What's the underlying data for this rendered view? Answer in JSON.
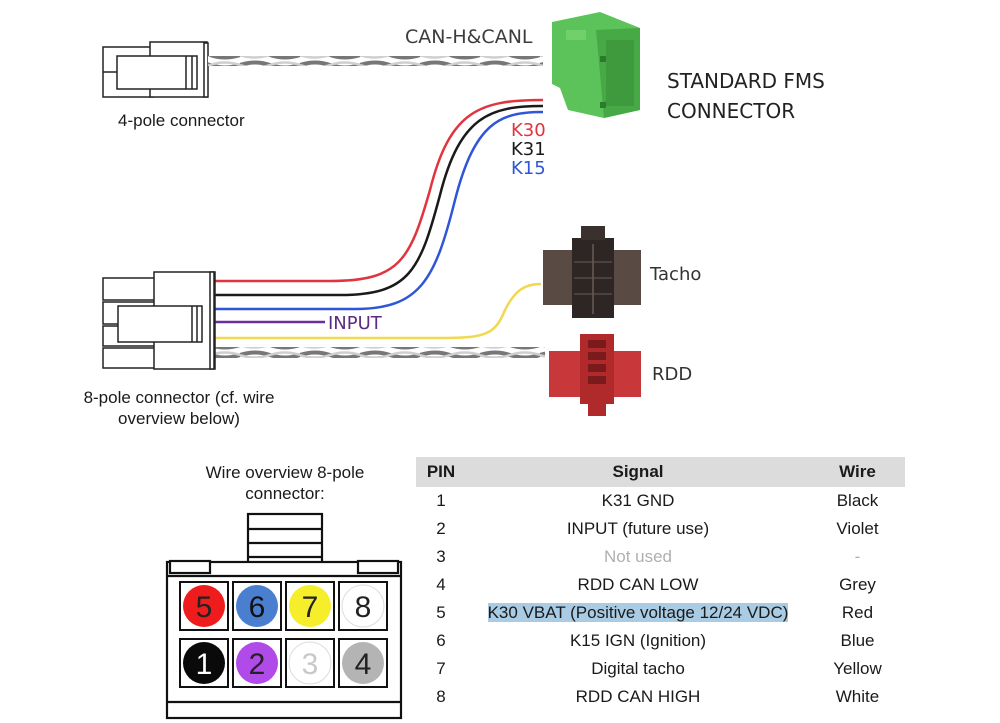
{
  "diagram": {
    "four_pole_label": "4-pole connector",
    "can_label": "CAN-H&CANL",
    "fms_label_line1": "STANDARD FMS",
    "fms_label_line2": "CONNECTOR",
    "power_wires": [
      {
        "label": "K30",
        "color": "#e0343e"
      },
      {
        "label": "K31",
        "color": "#1a1a1a"
      },
      {
        "label": "K15",
        "color": "#2f56d6"
      }
    ],
    "input_label": "INPUT",
    "input_color": "#6a2d9a",
    "tacho_wire_color": "#f0d850",
    "tacho_label": "Tacho",
    "rdd_label": "RDD",
    "eight_pole_label_line1": "8-pole connector (cf. wire",
    "eight_pole_label_line2": "overview below)",
    "fms_connector_color": "#5cc35a",
    "tacho_connector_color": "#5a4a44",
    "rdd_connector_color": "#c8383a"
  },
  "wire_overview": {
    "title_line1": "Wire overview 8-pole",
    "title_line2": "connector:",
    "top_row": [
      {
        "pin": "5",
        "color": "#ee1c1c",
        "text_color": "#222"
      },
      {
        "pin": "6",
        "color": "#4a7fd0",
        "text_color": "#111"
      },
      {
        "pin": "7",
        "color": "#f6ee2a",
        "text_color": "#222"
      },
      {
        "pin": "8",
        "color": "#ffffff",
        "text_color": "#222"
      }
    ],
    "bottom_row": [
      {
        "pin": "1",
        "color": "#0a0a0a",
        "text_color": "#ffffff"
      },
      {
        "pin": "2",
        "color": "#b04ae8",
        "text_color": "#222"
      },
      {
        "pin": "3",
        "color": "#ffffff",
        "text_color": "#c8c8c8"
      },
      {
        "pin": "4",
        "color": "#b4b4b4",
        "text_color": "#222"
      }
    ]
  },
  "pin_table": {
    "headers": {
      "pin": "PIN",
      "signal": "Signal",
      "wire": "Wire"
    },
    "rows": [
      {
        "pin": "1",
        "signal": "K31 GND",
        "wire": "Black"
      },
      {
        "pin": "2",
        "signal": "INPUT (future use)",
        "wire": "Violet"
      },
      {
        "pin": "3",
        "signal": "Not used",
        "wire": "-"
      },
      {
        "pin": "4",
        "signal": "RDD CAN LOW",
        "wire": "Grey"
      },
      {
        "pin": "5",
        "signal": "K30 VBAT (Positive voltage 12/24 VDC)",
        "wire": "Red"
      },
      {
        "pin": "6",
        "signal": "K15 IGN (Ignition)",
        "wire": "Blue"
      },
      {
        "pin": "7",
        "signal": "Digital tacho",
        "wire": "Yellow"
      },
      {
        "pin": "8",
        "signal": "RDD CAN HIGH",
        "wire": "White"
      }
    ]
  }
}
